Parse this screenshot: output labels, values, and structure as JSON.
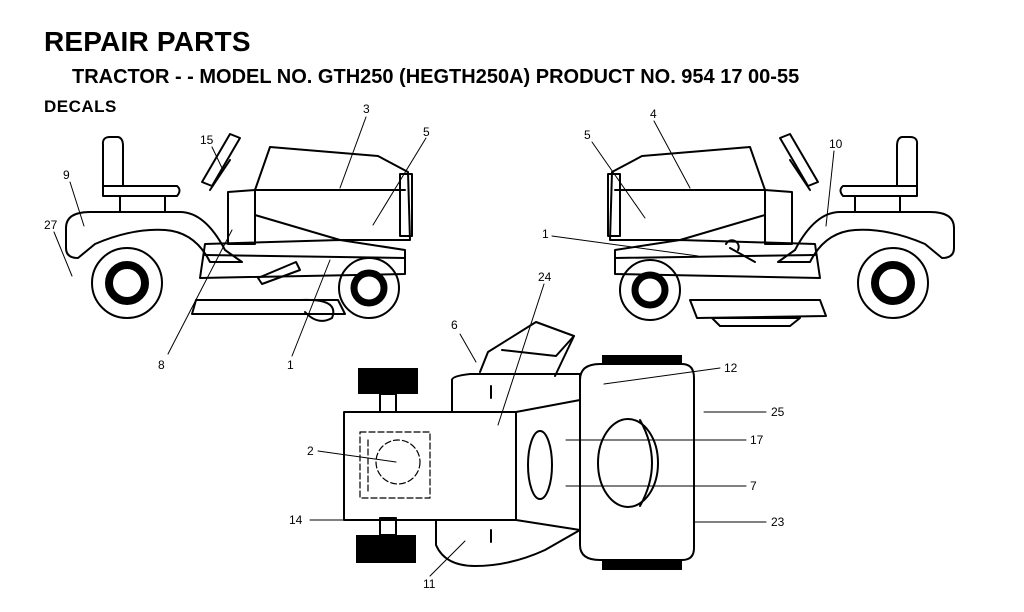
{
  "header": {
    "title": "REPAIR PARTS",
    "subtitle": "TRACTOR - - MODEL NO. GTH250 (HEGTH250A) PRODUCT NO. 954 17 00-55",
    "section": "DECALS"
  },
  "callouts": {
    "left_view": [
      "3",
      "5",
      "15",
      "9",
      "27",
      "8",
      "1"
    ],
    "right_view": [
      "4",
      "5",
      "10",
      "1"
    ],
    "top_view": [
      "24",
      "6",
      "12",
      "25",
      "17",
      "2",
      "7",
      "14",
      "23",
      "11"
    ]
  }
}
